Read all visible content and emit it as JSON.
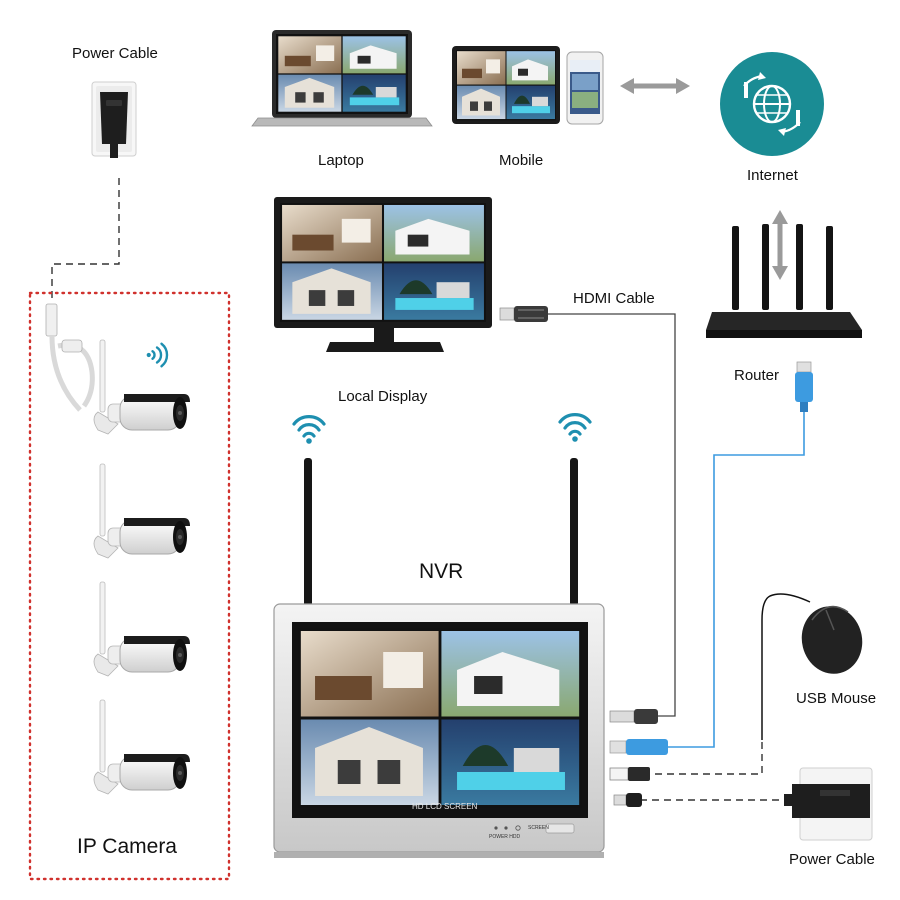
{
  "labels": {
    "power_cable_top": "Power Cable",
    "laptop": "Laptop",
    "mobile": "Mobile",
    "internet": "Internet",
    "hdmi_cable": "HDMI Cable",
    "local_display": "Local Display",
    "router": "Router",
    "nvr": "NVR",
    "usb_mouse": "USB Mouse",
    "ip_camera": "IP Camera",
    "power_cable_bottom": "Power Cable",
    "screen_caption": "HD LCD SCREEN",
    "panel_power": "POWER HDD",
    "panel_screen": "SCREEN"
  },
  "colors": {
    "wifi": "#1e8fb0",
    "internet_circle": "#1a8c94",
    "ethernet_cable": "#3d9be0",
    "camera_group_border": "#d0312d",
    "dashed_line": "#333333",
    "arrow_grey": "#9a9a9a"
  },
  "icons": [
    "power-adapter-icon",
    "laptop-icon",
    "tablet-icon",
    "phone-icon",
    "globe-icon",
    "router-icon",
    "monitor-icon",
    "wifi-icon",
    "nvr-icon",
    "camera-icon",
    "mouse-icon",
    "ethernet-plug-icon",
    "hdmi-plug-icon"
  ]
}
